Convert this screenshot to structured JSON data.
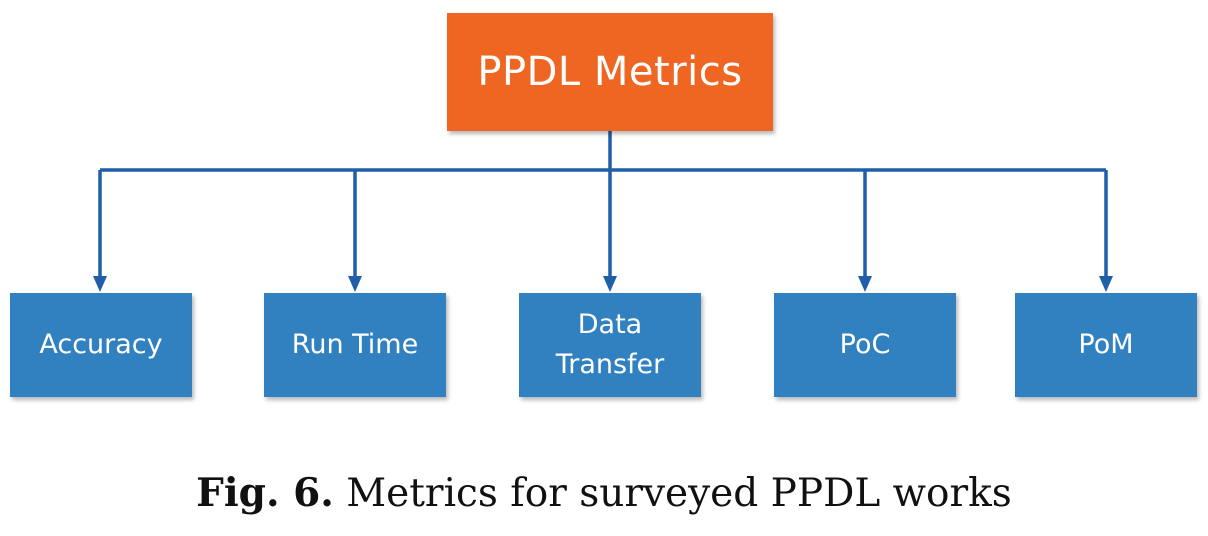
{
  "diagram": {
    "root": {
      "label": "PPDL Metrics",
      "color": "#ee6622"
    },
    "children": [
      {
        "label": "Accuracy"
      },
      {
        "label": "Run Time"
      },
      {
        "label": "Data\nTransfer"
      },
      {
        "label": "PoC"
      },
      {
        "label": "PoM"
      }
    ],
    "child_color": "#3181c0",
    "connector_color": "#1f5fa8"
  },
  "caption": {
    "label": "Fig. 6.",
    "text": "Metrics for surveyed PPDL works"
  }
}
